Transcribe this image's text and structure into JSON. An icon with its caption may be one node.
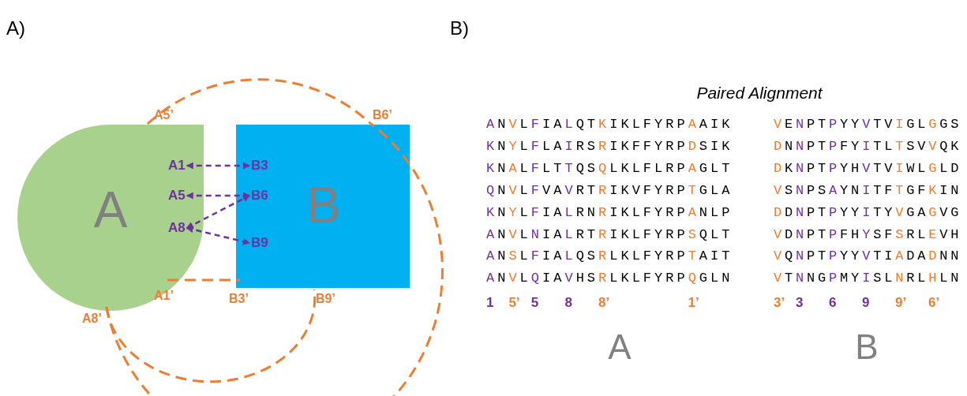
{
  "diagram": {
    "nodes": [
      {
        "text": [
          "A"
        ]
      },
      {
        "text": [
          "A1"
        ],
        "in": 0
      },
      {
        "text": [
          "A5"
        ],
        "in": 0
      },
      {
        "text": [
          "A8"
        ],
        "in": 0
      },
      {
        "text": [
          "B"
        ]
      },
      {
        "text": [
          "B3"
        ],
        "in": 4
      },
      {
        "text": [
          "B6"
        ],
        "in": 4
      },
      {
        "text": [
          "B9"
        ],
        "in": 4
      },
      {
        "text": [
          "A5’"
        ]
      },
      {
        "text": [
          "B6’"
        ]
      },
      {
        "text": [
          "A1’"
        ]
      },
      {
        "text": [
          "B3’"
        ]
      },
      {
        "text": [
          "B9’"
        ]
      },
      {
        "text": [
          "A8’"
        ]
      }
    ],
    "edges": [
      {
        "from": 1,
        "to": 5,
        "arrow": "both",
        "style": "dashed",
        "color": "#7030a0"
      },
      {
        "from": 2,
        "to": 6,
        "arrow": "both",
        "style": "dashed",
        "color": "#7030a0"
      },
      {
        "from": 3,
        "to": 6,
        "arrow": "both",
        "style": "dashed",
        "color": "#7030a0"
      },
      {
        "from": 3,
        "to": 7,
        "arrow": "both",
        "style": "dashed",
        "color": "#7030a0"
      },
      {
        "from": 10,
        "to": 11,
        "arrow": "none",
        "style": "dashed",
        "color": "#ed7d31"
      },
      {
        "from": 8,
        "to": 9,
        "arrow": "none",
        "style": "dashed",
        "color": "#ed7d31"
      },
      {
        "from": 13,
        "to": 9,
        "arrow": "none",
        "style": "dashed",
        "color": "#ed7d31"
      },
      {
        "from": 13,
        "to": 12,
        "arrow": "none",
        "style": "dashed",
        "color": "#ed7d31"
      }
    ],
    "labels": [
      "A)",
      "B)",
      "Paired Alignment",
      "ANVLFIALQTKIKLFYRPAAIK",
      "VENPTPYYVTVIGLGGS",
      "KNYLFLAIRSRIKFFYRPDSIK",
      "DNNPTPFYITLTSVVQK",
      "KNALFLTTQSQLKLFLRPAGLT",
      "DKNPTPYHVTVIWLGLD",
      "QNVLFVAVRTRIKVFYRPTGLA",
      "VSNPSAYNITFTGFKIN",
      "KNYLFIALRNRIKLFYRPANLP",
      "DDNPTPYYITYVGAGVG",
      "ANVLNIALRTRIKLFYRPSQLT",
      "VDNPTPFHYSFSRLEVH",
      "ANSLFIALQSRLKLFYRPTAIT",
      "VQNPTPYYVTIADADNN",
      "ANVLQIAVHSRLKLFYRPQGLN",
      "VTNNGPMYISLNRLHLN",
      "1",
      "5’",
      "5",
      "8",
      "8’",
      "1’",
      "3’",
      "3",
      "6",
      "9",
      "9’",
      "6’",
      "A",
      "B"
    ]
  }
}
